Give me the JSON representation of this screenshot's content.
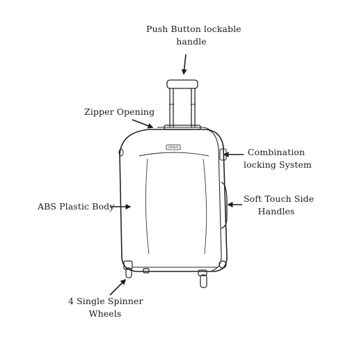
{
  "labels": {
    "handle": {
      "line1": "Push Button lockable",
      "line2": "handle"
    },
    "zipper": {
      "line1": "Zipper Opening"
    },
    "combination": {
      "line1": "Combination",
      "line2": "locking System"
    },
    "abs": {
      "line1": "ABS Plastic Body"
    },
    "side_handles": {
      "line1": "Soft Touch Side",
      "line2": "Handles"
    },
    "wheels": {
      "line1": "4 Single Spinner",
      "line2": "Wheels"
    }
  },
  "brand_text": "GRISLO",
  "colors": {
    "ink": "#1a1a1a",
    "background": "#ffffff"
  }
}
